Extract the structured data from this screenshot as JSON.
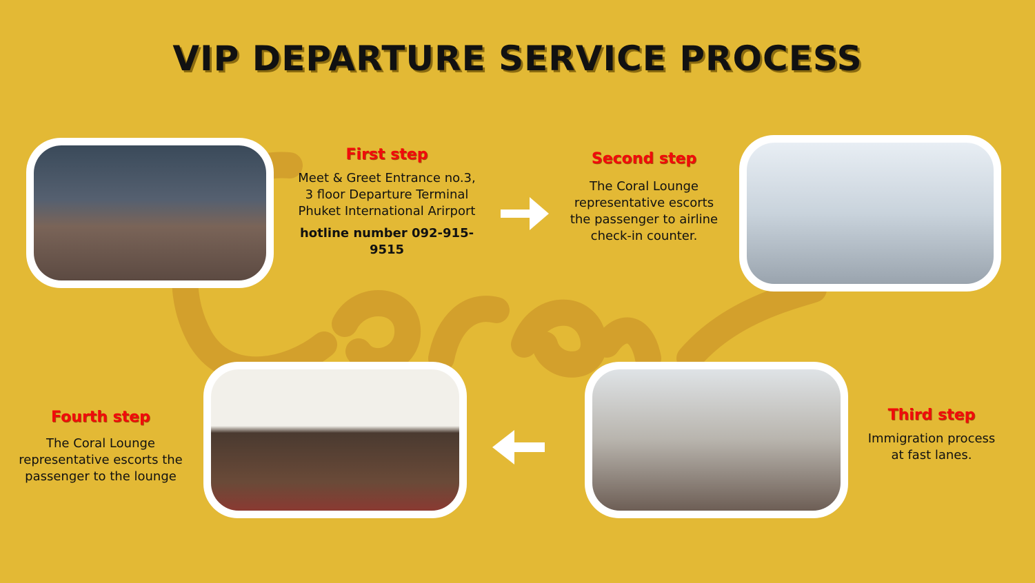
{
  "title": "VIP DEPARTURE SERVICE PROCESS",
  "steps": [
    {
      "heading": "First step",
      "lines": [
        "Meet & Greet Entrance no.3,",
        "3 floor Departure Terminal",
        "Phuket International Arirport"
      ],
      "hotline": "hotline number 092-915-9515"
    },
    {
      "heading": "Second step",
      "lines": [
        "The Coral Lounge",
        "representative escorts",
        "the passenger to airline",
        "check-in counter."
      ]
    },
    {
      "heading": "Third step",
      "lines": [
        "Immigration process",
        "at fast lanes."
      ]
    },
    {
      "heading": "Fourth step",
      "lines": [
        "The Coral Lounge",
        "representative escorts the",
        "passenger to the lounge"
      ]
    }
  ],
  "colors": {
    "background": "#e3b935",
    "heading": "#f10b0b",
    "watermark": "#d3a02c"
  }
}
